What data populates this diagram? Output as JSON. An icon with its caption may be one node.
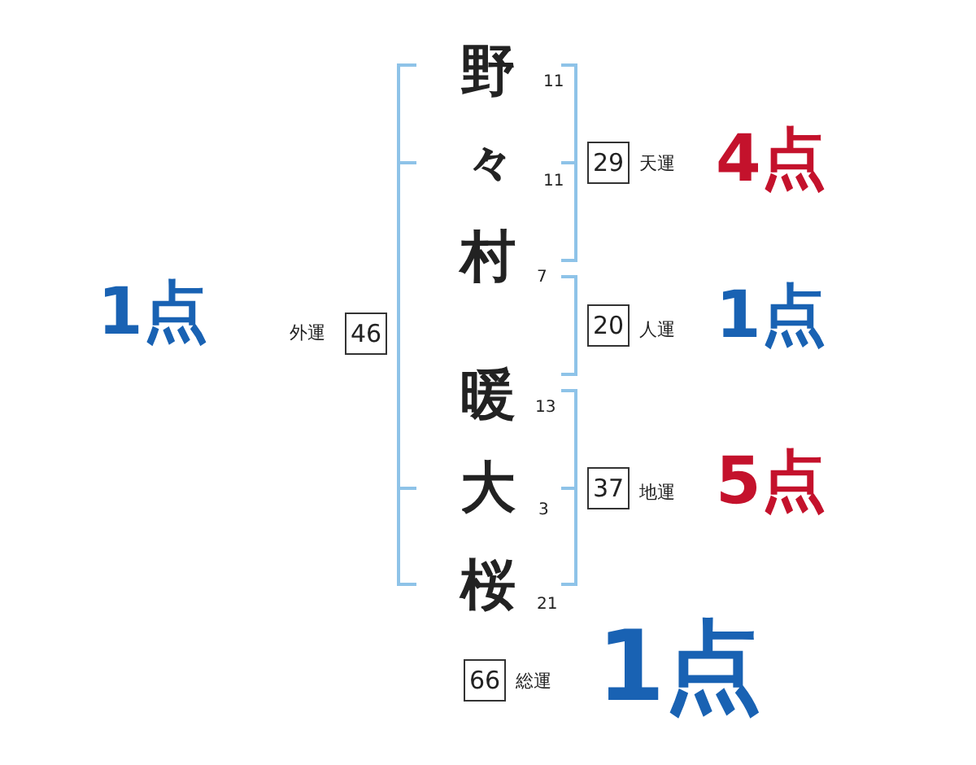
{
  "diagram": {
    "nodes": [
      {
        "text": [
          "29"
        ],
        "beside": [
          "天運",
          "4点"
        ]
      },
      {
        "text": [
          "46"
        ],
        "beside": [
          "外運",
          "1点"
        ]
      },
      {
        "text": [
          "20"
        ],
        "beside": [
          "人運",
          "1点"
        ]
      },
      {
        "text": [
          "37"
        ],
        "beside": [
          "地運",
          "5点"
        ]
      },
      {
        "text": [
          "66"
        ],
        "beside": [
          "総運",
          "1点"
        ]
      }
    ],
    "labels": [
      "野",
      "11",
      "々",
      "11",
      "村",
      "7",
      "暖",
      "13",
      "大",
      "3",
      "桜",
      "21"
    ]
  }
}
